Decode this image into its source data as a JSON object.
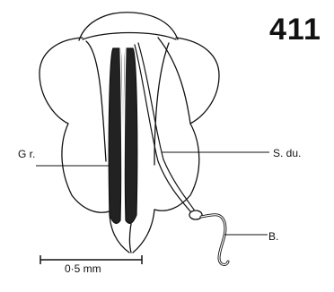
{
  "figure": {
    "number": "411",
    "labels": {
      "gr": "G r.",
      "s_du": "S. du.",
      "b": "B."
    },
    "scale_bar": {
      "label": "0·5 mm"
    }
  },
  "colors": {
    "ink": "#111111",
    "background": "#ffffff"
  }
}
